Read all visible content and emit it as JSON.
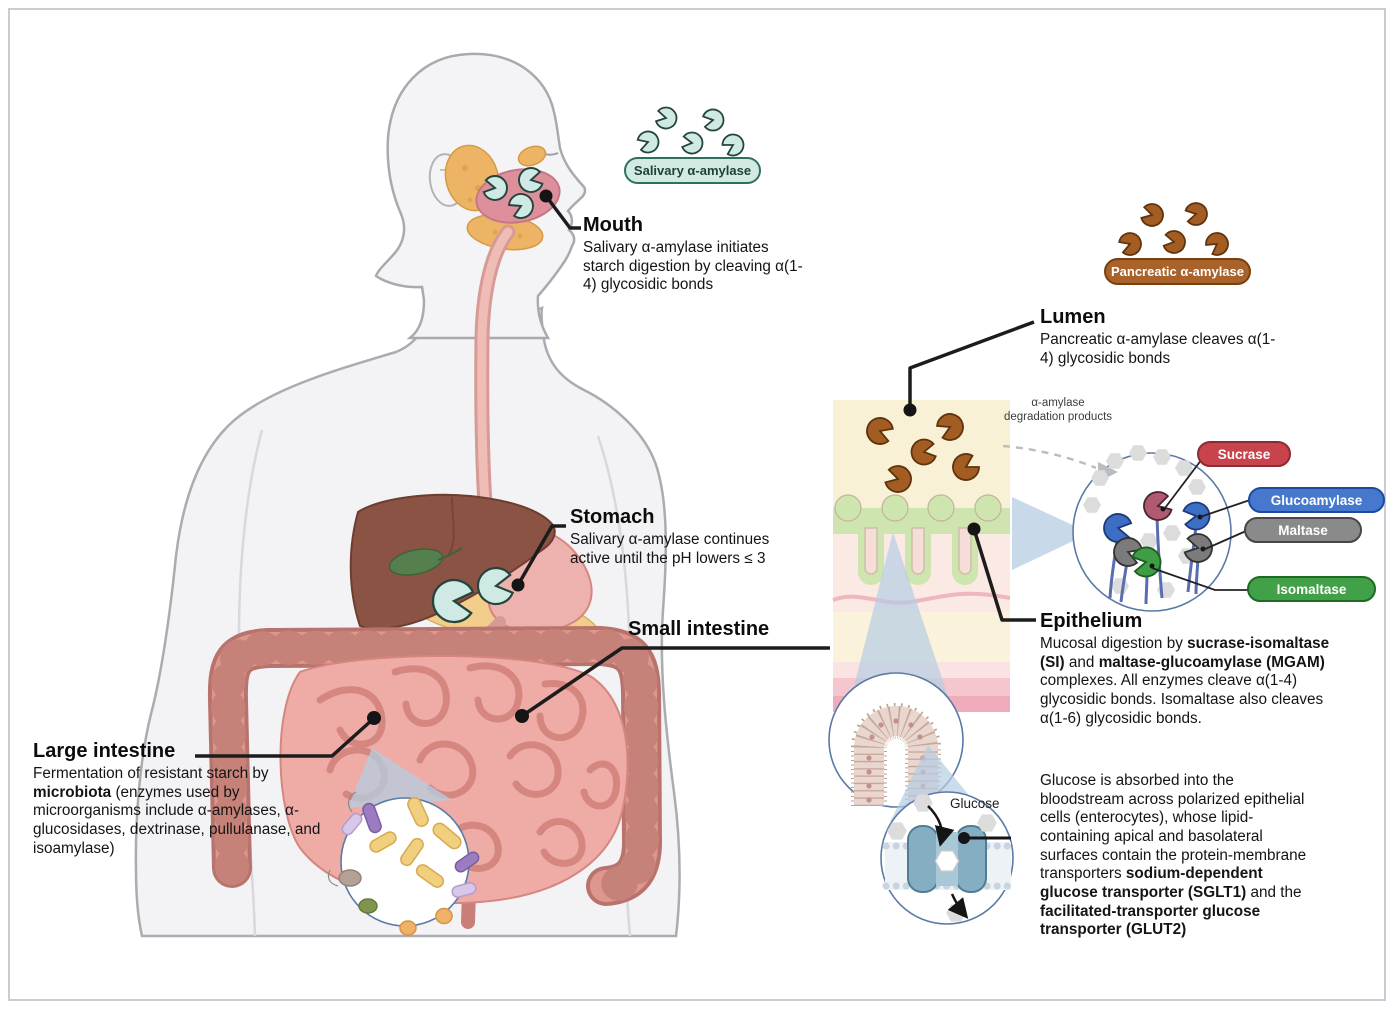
{
  "figure": {
    "subject": "Starch digestion in the human digestive tract",
    "border_color": "#c6cdd5"
  },
  "labels": {
    "mouth": {
      "title": "Mouth",
      "body": "Salivary α-amylase initiates starch digestion by cleaving α(1-4) glycosidic bonds"
    },
    "stomach": {
      "title": "Stomach",
      "body": "Salivary α-amylase continues active until the pH lowers ≤ 3"
    },
    "small_intestine": {
      "title": "Small intestine"
    },
    "large_intestine": {
      "title": "Large intestine",
      "segments": [
        {
          "t": "Fermentation of resistant starch by ",
          "b": false
        },
        {
          "t": "microbiota",
          "b": true
        },
        {
          "t": " (enzymes used by microorganisms include α-amylases, α-glucosidases, dextrinase, pullulanase, and isoamylase)",
          "b": false
        }
      ]
    },
    "lumen": {
      "title": "Lumen",
      "body": "Pancreatic α-amylase cleaves α(1-4) glycosidic bonds"
    },
    "epithelium": {
      "title": "Epithelium",
      "segments": [
        {
          "t": "Mucosal digestion by ",
          "b": false
        },
        {
          "t": "sucrase-isomaltase (SI)",
          "b": true
        },
        {
          "t": " and ",
          "b": false
        },
        {
          "t": "maltase-glucoamylase (MGAM)",
          "b": true
        },
        {
          "t": " complexes. All enzymes cleave α(1-4) glycosidic bonds. Isomaltase also cleaves α(1-6) glycosidic bonds.",
          "b": false
        }
      ]
    },
    "glucose_absorption": {
      "segments": [
        {
          "t": "Glucose is absorbed into the bloodstream across polarized epithelial cells (enterocytes), whose lipid-containing apical and basolateral surfaces contain the protein-membrane transporters ",
          "b": false
        },
        {
          "t": "sodium-dependent glucose transporter (SGLT1)",
          "b": true
        },
        {
          "t": " and the ",
          "b": false
        },
        {
          "t": "facilitated-transporter glucose transporter (GLUT2)",
          "b": true
        }
      ]
    },
    "degradation_products": "α-amylase degradation products",
    "glucose": "Glucose"
  },
  "pills": {
    "salivary": {
      "label": "Salivary α-amylase",
      "bg": "#d2eae2",
      "border": "#2f6f63",
      "text": "#20413a"
    },
    "pancreatic": {
      "label": "Pancreatic α-amylase",
      "bg": "#a9622a",
      "border": "#77400f",
      "text": "#ffffff"
    },
    "sucrase": {
      "label": "Sucrase",
      "bg": "#c8434c",
      "border": "#8c2b33",
      "text": "#ffffff"
    },
    "glucoamylase": {
      "label": "Glucoamylase",
      "bg": "#4679ce",
      "border": "#1c4a9e",
      "text": "#ffffff"
    },
    "maltase": {
      "label": "Maltase",
      "bg": "#8a8a8a",
      "border": "#474747",
      "text": "#ffffff"
    },
    "isomaltase": {
      "label": "Isomaltase",
      "bg": "#41a048",
      "border": "#1e6b24",
      "text": "#ffffff"
    }
  },
  "colors": {
    "salivary_amylase_enzyme": "#cfe9e4",
    "pancreatic_amylase_enzyme": "#a35c22",
    "sucrase_enzyme": "#b05a72",
    "glucoamylase_enzyme": "#3d6ec6",
    "maltase_enzyme": "#7b7b7b",
    "isomaltase_enzyme": "#3f9e45",
    "zoom_beam": "#b5cde2",
    "connector": "#1c1c1c",
    "lumen_band": "#f8f1d5",
    "epithelium_band": "#cfe5af"
  }
}
